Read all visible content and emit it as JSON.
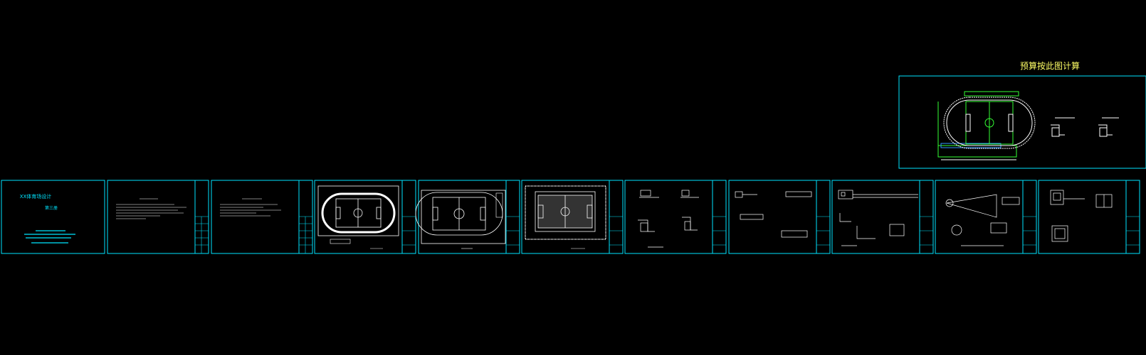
{
  "budget_note": "预算按此图计算",
  "cover": {
    "project_title": "XX体育场设计",
    "volume": "第三册"
  },
  "colors": {
    "background": "#000000",
    "frame": "#00e5ff",
    "linework": "#ffffff",
    "field": "#33ff33",
    "title_yellow": "#ffff66",
    "accent_blue": "#3399ff"
  }
}
